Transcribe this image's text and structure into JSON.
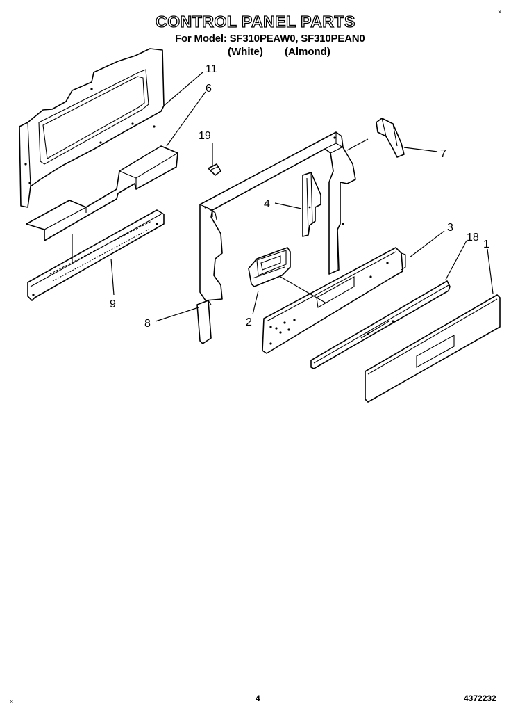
{
  "title": "CONTROL PANEL PARTS",
  "model_line": "For Model: SF310PEAW0, SF310PEAN0",
  "color_labels": [
    "(White)",
    "(Almond)"
  ],
  "callouts": [
    "11",
    "6",
    "19",
    "4",
    "7",
    "3",
    "18",
    "1",
    "9",
    "8",
    "2"
  ],
  "footer": {
    "page_number": "4",
    "document_number": "4372232"
  }
}
